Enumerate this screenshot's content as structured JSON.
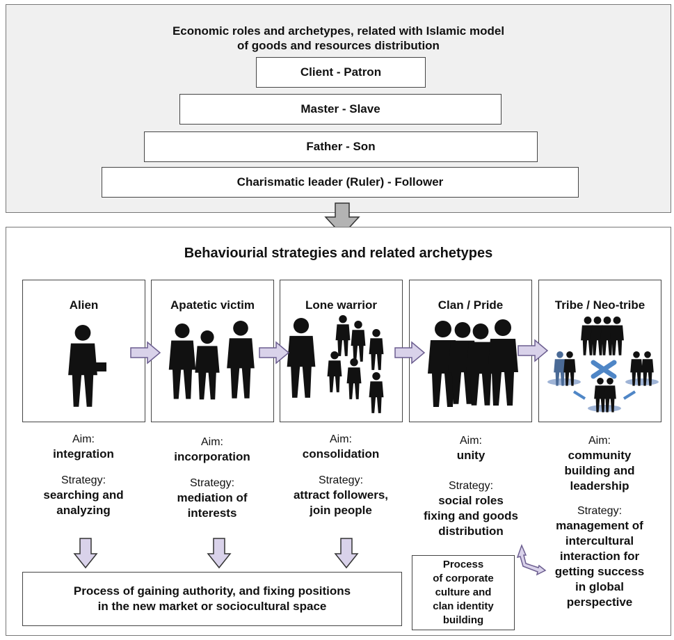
{
  "top": {
    "title_line1": "Economic roles and archetypes, related with Islamic model",
    "title_line2": "of goods and resources distribution",
    "roles": [
      "Client - Patron",
      "Master - Slave",
      "Father - Son",
      "Charismatic leader (Ruler) - Follower"
    ]
  },
  "bottom": {
    "title": "Behaviourial strategies and related archetypes",
    "stages": [
      {
        "label": "Alien",
        "aim_label": "Aim:",
        "aim": "integration",
        "strategy_label": "Strategy:",
        "strategy_line1": "searching and",
        "strategy_line2": "analyzing"
      },
      {
        "label": "Apatetic victim",
        "aim_label": "Aim:",
        "aim": "incorporation",
        "strategy_label": "Strategy:",
        "strategy_line1": "mediation of",
        "strategy_line2": "interests"
      },
      {
        "label": "Lone warrior",
        "aim_label": "Aim:",
        "aim": "consolidation",
        "strategy_label": "Strategy:",
        "strategy_line1": "attract followers,",
        "strategy_line2": "join people"
      },
      {
        "label": "Clan / Pride",
        "aim_label": "Aim:",
        "aim": "unity",
        "strategy_label": "Strategy:",
        "strategy_line1": "social roles",
        "strategy_line2": "fixing and goods",
        "strategy_line3": "distribution"
      },
      {
        "label": "Tribe / Neo-tribe",
        "aim_label": "Aim:",
        "aim_line1": "community",
        "aim_line2": "building and",
        "aim_line3": "leadership",
        "strategy_label": "Strategy:",
        "strategy_line1": "management of",
        "strategy_line2": "intercultural",
        "strategy_line3": "interaction for",
        "strategy_line4": "getting success",
        "strategy_line5": "in global",
        "strategy_line6": "perspective"
      }
    ],
    "process_main_line1": "Process of gaining authority, and fixing positions",
    "process_main_line2": "in the new market or sociocultural space",
    "process_clan_line1": "Process",
    "process_clan_line2": "of corporate",
    "process_clan_line3": "culture and",
    "process_clan_line4": "clan identity",
    "process_clan_line5": "building"
  },
  "colors": {
    "arrow_fill": "#d9d2ea",
    "arrow_stroke": "#6b5d8f",
    "down_arrow_fill": "#b3b3b3",
    "silhouette": "#111111",
    "panel_bg": "#f0f0f0"
  }
}
